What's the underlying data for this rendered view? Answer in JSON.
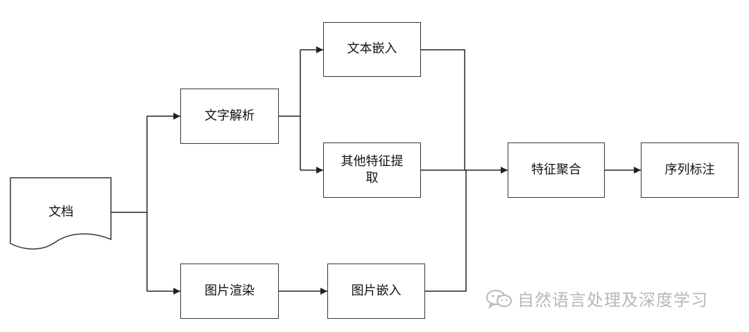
{
  "diagram": {
    "nodes": {
      "document": "文档",
      "text_parse": "文字解析",
      "text_embed": "文本嵌入",
      "other_features": "其他特征提取",
      "image_render": "图片渲染",
      "image_embed": "图片嵌入",
      "feature_merge": "特征聚合",
      "seq_label": "序列标注"
    }
  },
  "watermark": {
    "text": "自然语言处理及深度学习",
    "icon": "wechat-icon"
  }
}
